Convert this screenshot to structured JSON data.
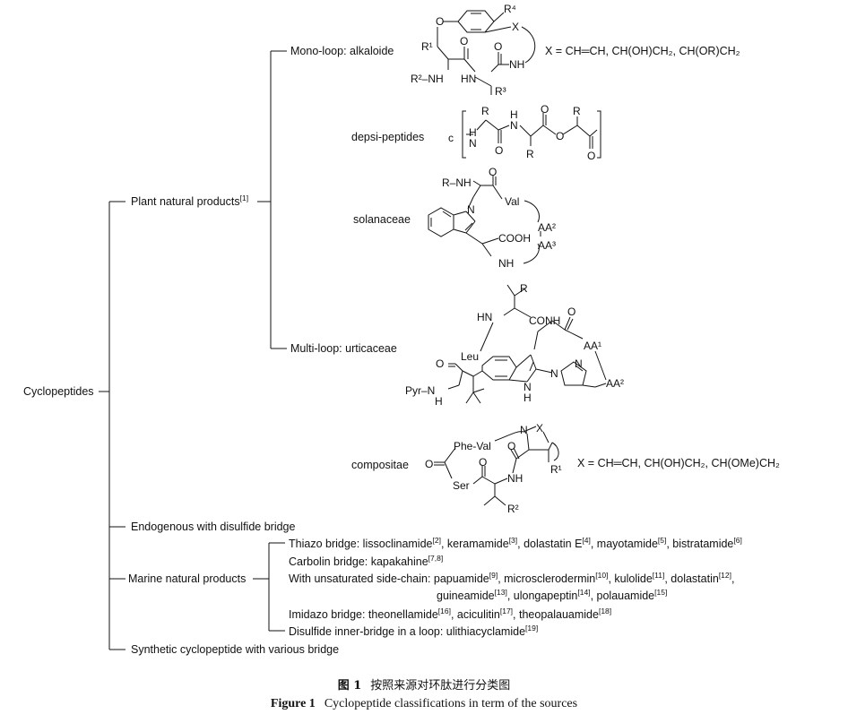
{
  "root": "Cyclopeptides",
  "branches": {
    "plant": {
      "label": "Plant natural products",
      "ref": "[1]"
    },
    "endogenous": {
      "label": "Endogenous with disulfide bridge"
    },
    "marine": {
      "label": "Marine natural products"
    },
    "synthetic": {
      "label": "Synthetic cyclopeptide with various bridge"
    }
  },
  "plant_children": {
    "mono": "Mono-loop: alkaloide",
    "depsi": "depsi-peptides",
    "solan": "solanaceae",
    "multi": "Multi-loop: urticaceae",
    "comp": "compositae"
  },
  "x_notes": {
    "mono": "X = CH═CH, CH(OH)CH₂, CH(OR)CH₂",
    "comp": "X = CH═CH, CH(OH)CH₂, CH(OMe)CH₂"
  },
  "marine_lines": [
    {
      "segments": [
        {
          "t": "Thiazo bridge: lissoclinamide",
          "r": "[2]"
        },
        {
          "t": ", keramamide",
          "r": "[3]"
        },
        {
          "t": ", dolastatin E",
          "r": "[4]"
        },
        {
          "t": ", mayotamide",
          "r": "[5]"
        },
        {
          "t": ",  bistratamide",
          "r": "[6]"
        }
      ]
    },
    {
      "segments": [
        {
          "t": "Carbolin bridge: kapakahine",
          "r": "[7,8]"
        }
      ]
    },
    {
      "segments": [
        {
          "t": "With unsaturated side-chain: papuamide",
          "r": "[9]"
        },
        {
          "t": ", microsclerodermin",
          "r": "[10]"
        },
        {
          "t": ", kulolide",
          "r": "[11]"
        },
        {
          "t": ", dolastatin",
          "r": "[12]"
        },
        {
          "t": ",",
          "r": ""
        }
      ]
    },
    {
      "segments": [
        {
          "t": "guineamide",
          "r": "[13]"
        },
        {
          "t": ", ulongapeptin",
          "r": "[14]"
        },
        {
          "t": ",  polauamide",
          "r": "[15]"
        }
      ]
    },
    {
      "segments": [
        {
          "t": "Imidazo bridge: theonellamide",
          "r": "[16]"
        },
        {
          "t": ", aciculitin",
          "r": "[17]"
        },
        {
          "t": ", theopalauamide",
          "r": "[18]"
        }
      ]
    },
    {
      "segments": [
        {
          "t": "Disulfide inner-bridge in a loop: ulithiacyclamide",
          "r": "[19]"
        }
      ]
    }
  ],
  "struct_labels": {
    "mono": {
      "o": "O",
      "x": "X",
      "r4": "R⁴",
      "r1": "R¹",
      "r2nh": "R²–NH",
      "hn": "HN",
      "nh": "NH",
      "r3": "R³",
      "o1": "O",
      "o2": "O"
    },
    "depsi": {
      "c": "c",
      "r1": "R",
      "r2": "R",
      "r3": "R",
      "h1": "H",
      "n1": "N",
      "h2": "H",
      "n2": "N",
      "o1": "O",
      "o2": "O",
      "o3": "O",
      "o4": "O"
    },
    "solan": {
      "rnh": "R–NH",
      "o": "O",
      "val": "Val",
      "n": "N",
      "cooh": "COOH",
      "aa2": "AA²",
      "aa3": "AA³",
      "nh": "NH"
    },
    "multi": {
      "r": "R",
      "hn": "HN",
      "conh": "CONH",
      "o1": "O",
      "leu": "Leu",
      "aa1": "AA¹",
      "o2": "O",
      "n1": "N",
      "n2": "N",
      "n3": "N",
      "h": "H",
      "pyr": "Pyr–N",
      "h2": "H",
      "aa2": "AA²"
    },
    "comp": {
      "phe": "Phe-Val",
      "n": "N",
      "x": "X",
      "o1": "O",
      "o2": "O",
      "o3": "O",
      "r1": "R¹",
      "nh": "NH",
      "ser": "Ser",
      "r2": "R²"
    }
  },
  "caption": {
    "cn_label": "图 1",
    "cn_text": "按照来源对环肽进行分类图",
    "en_label": "Figure 1",
    "en_text": "Cyclopeptide classifications in term of the sources"
  }
}
